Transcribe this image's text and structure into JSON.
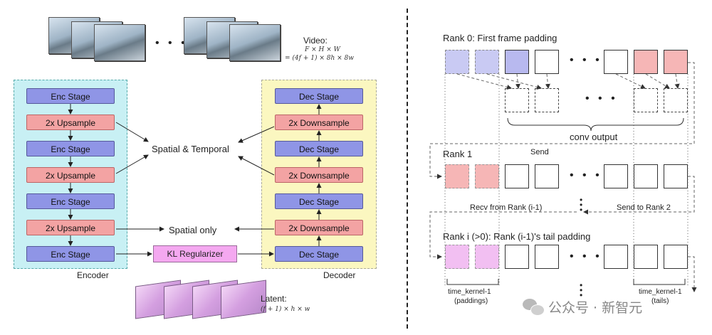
{
  "left": {
    "video_label": "Video:",
    "video_formula_1": "F × H × W",
    "video_formula_2": "= (4f + 1) × 8h × 8w",
    "ellipsis": "• • •",
    "encoder": {
      "stages": [
        "Enc Stage",
        "2x Upsample",
        "Enc Stage",
        "2x Upsample",
        "Enc Stage",
        "2x Upsample",
        "Enc Stage"
      ],
      "label": "Encoder",
      "bg_color": "#c8f0f4"
    },
    "decoder": {
      "stages": [
        "Dec Stage",
        "2x Downsample",
        "Dec Stage",
        "2x Downsample",
        "Dec Stage",
        "2x Downsample",
        "Dec Stage"
      ],
      "label": "Decoder",
      "bg_color": "#fbf7c0"
    },
    "spatial_temporal": "Spatial  & Temporal",
    "spatial_only": "Spatial only",
    "kl": "KL Regularizer",
    "latent_label": "Latent:",
    "latent_formula": "(f + 1) × h × w"
  },
  "right": {
    "rank0": "Rank 0: First frame padding",
    "conv_output": "conv output",
    "send": "Send",
    "rank1": "Rank 1",
    "recv": "Recv from Rank (i-1)",
    "send_rank2": "Send to Rank 2",
    "ranki": "Rank i (>0): Rank (i-1)'s tail padding",
    "time_kernel_left_1": "time_kernel-1",
    "time_kernel_left_2": "(paddings)",
    "time_kernel_right_1": "time_kernel-1",
    "time_kernel_right_2": "(tails)",
    "dots": "• • •",
    "watermark": "公众号 · 新智元"
  },
  "colors": {
    "stage_blue": "#8f95e6",
    "stage_red": "#f3a3a3",
    "kl_pink": "#f4a8f0"
  }
}
